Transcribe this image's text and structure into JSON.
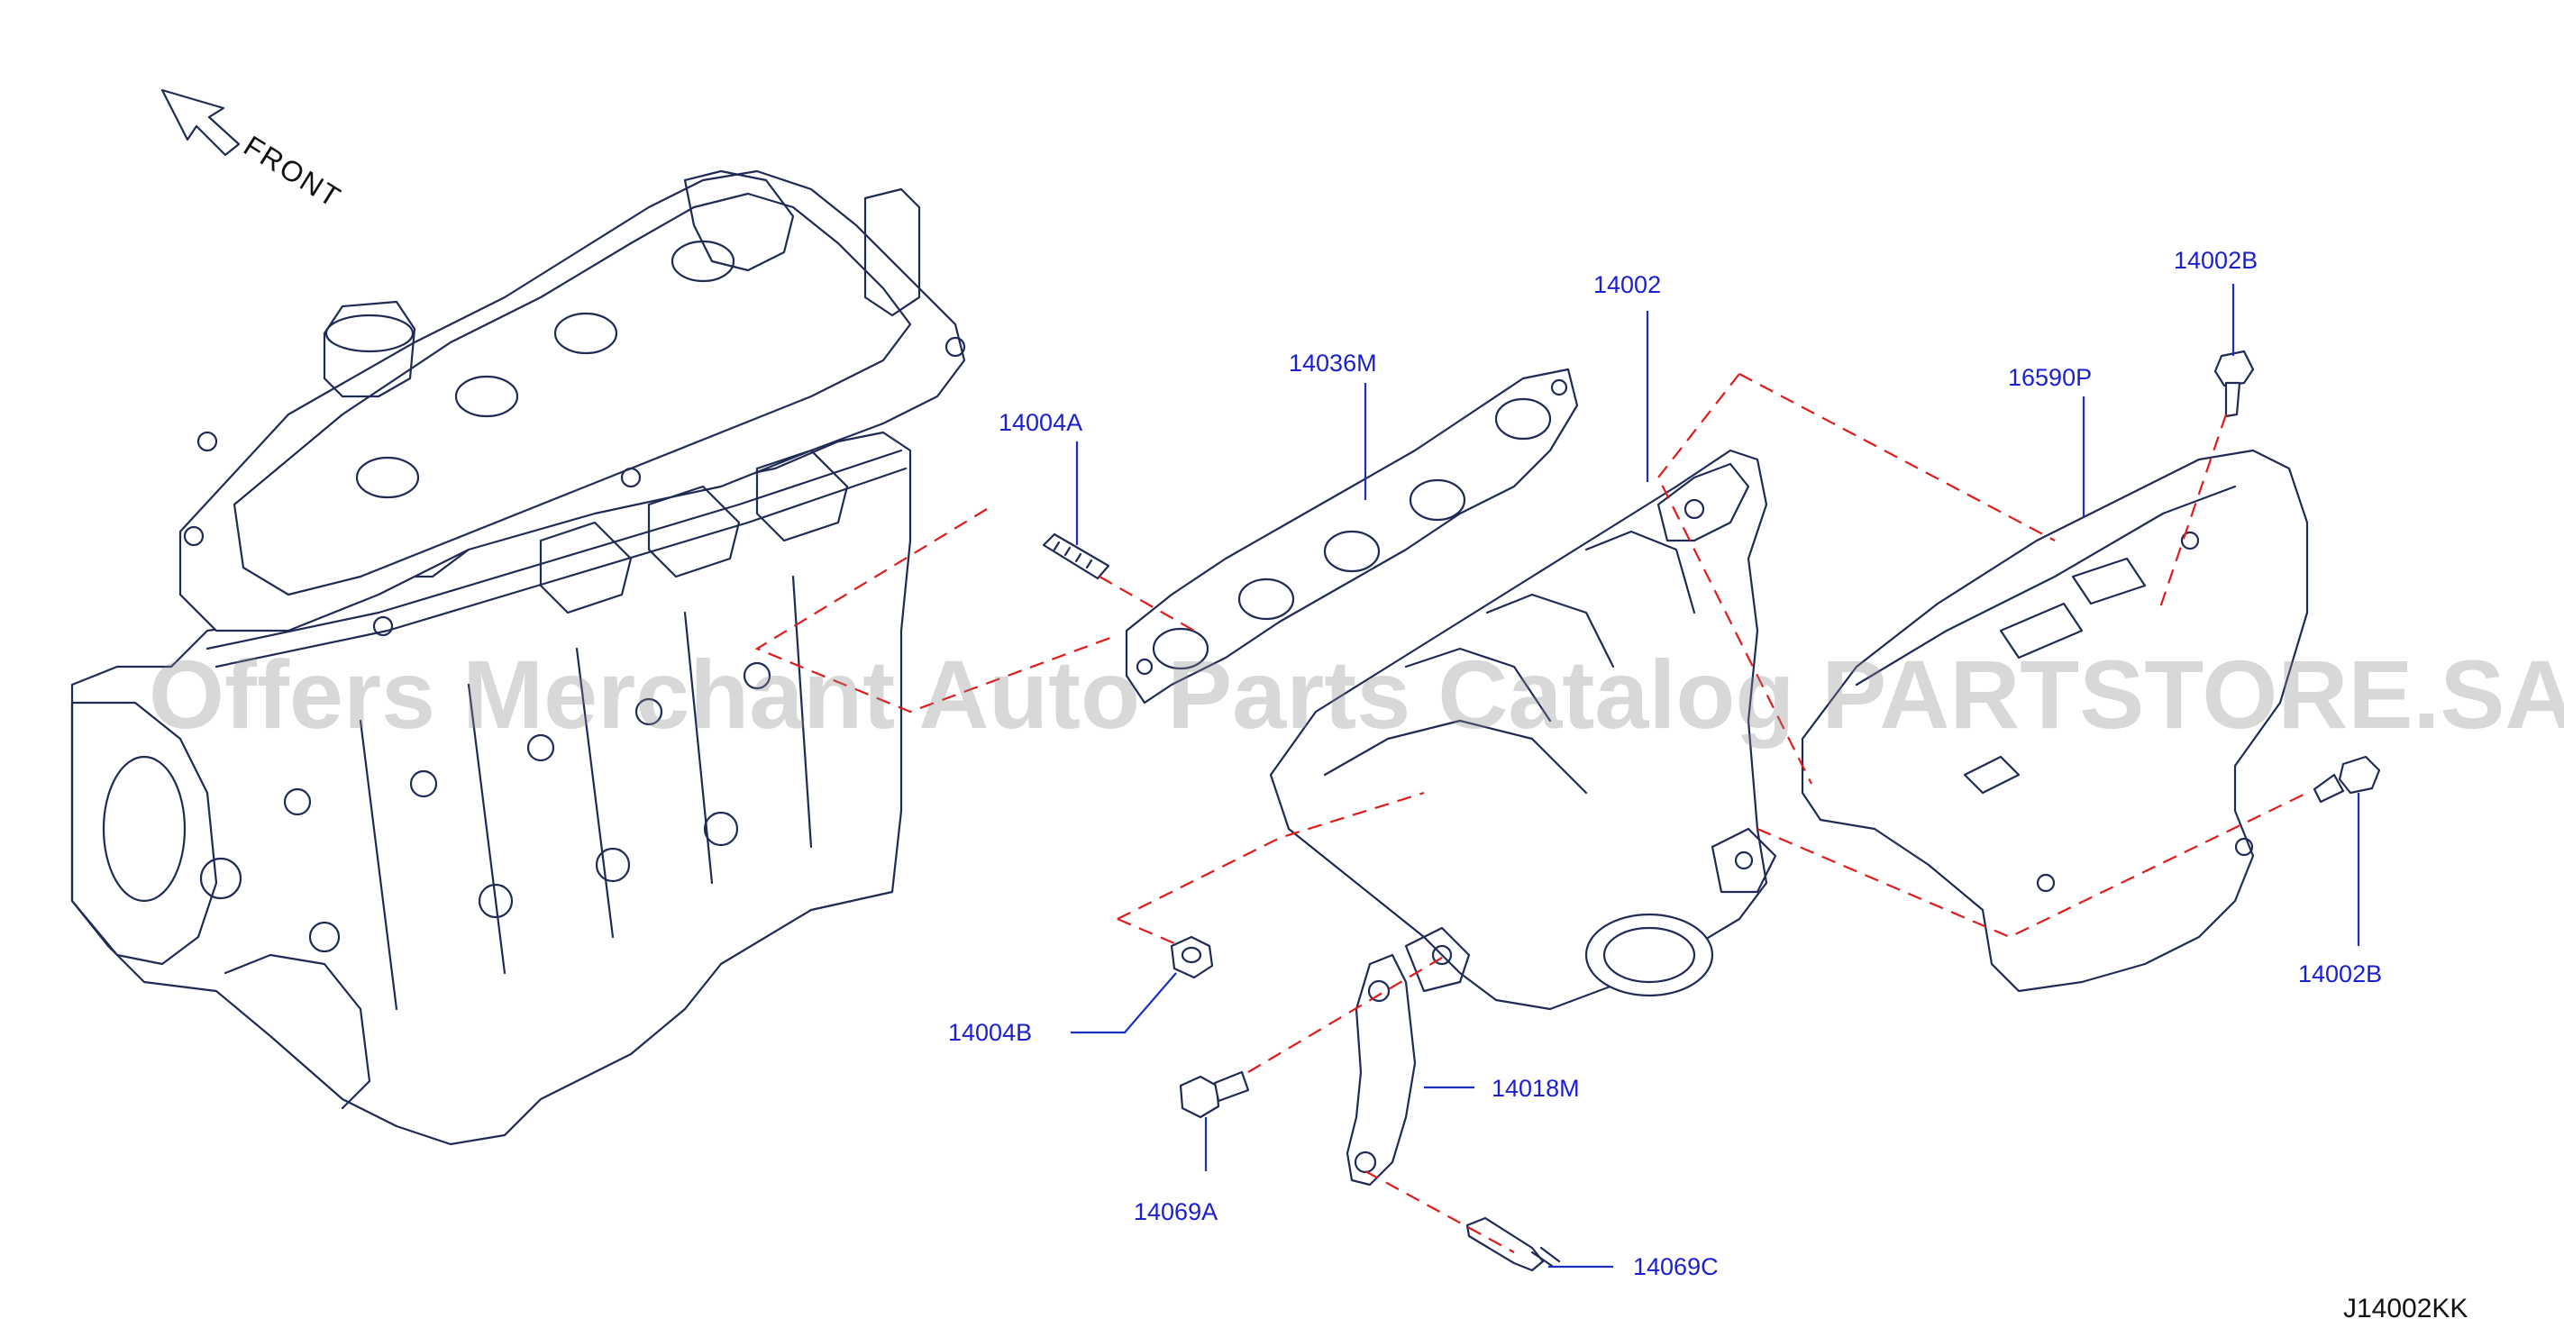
{
  "front_label": "FRONT",
  "diagram_code": "J14002KK",
  "watermark": "Offers Merchant Auto Parts Catalog PARTSTORE.SA",
  "colors": {
    "callout": "#1a1fd0",
    "dashed_line": "#e01a1a",
    "part_outline": "#1f2a55"
  },
  "callouts": {
    "c14004A": "14004A",
    "c14036M": "14036M",
    "c14002": "14002",
    "c16590P": "16590P",
    "c14002B_top": "14002B",
    "c14002B_right": "14002B",
    "c14004B": "14004B",
    "c14018M": "14018M",
    "c14069A": "14069A",
    "c14069C": "14069C"
  }
}
